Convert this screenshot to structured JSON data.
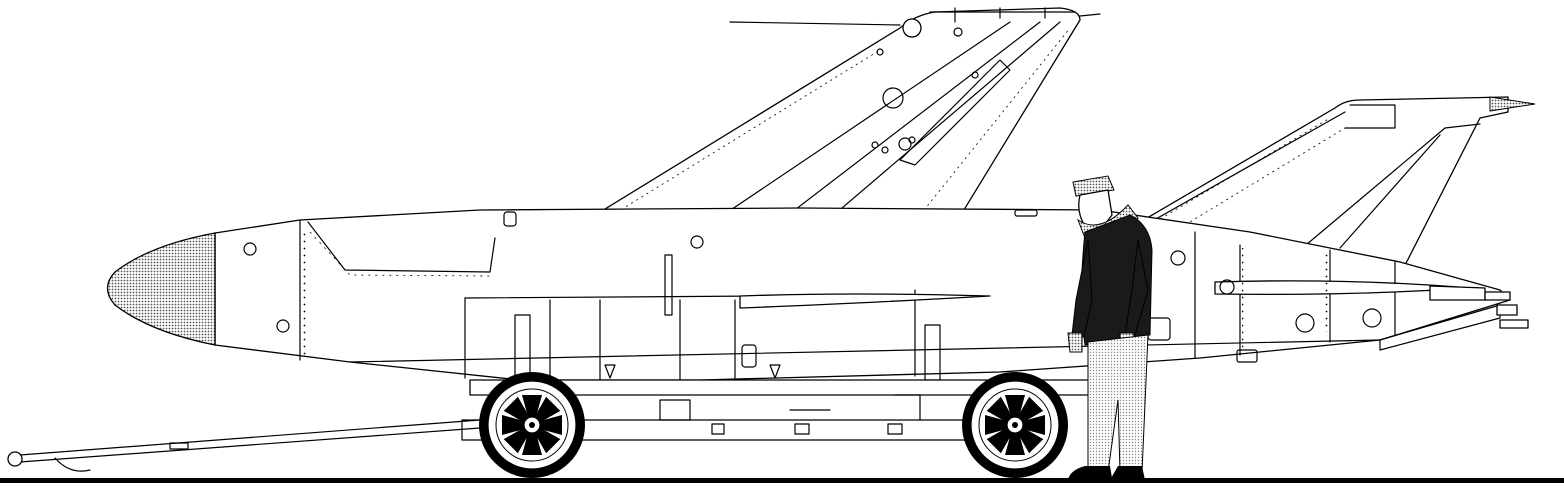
{
  "figure": {
    "subject": "missile-on-transport-trolley-side-view",
    "colors": {
      "line": "#000000",
      "background": "#ffffff",
      "jacket": "#1a1a1a",
      "halftone": "#9a9a9a",
      "ground": "#000000"
    },
    "components": [
      "nose-radome",
      "fuselage",
      "main-wing",
      "tail-fin",
      "tow-bar",
      "trolley-frame",
      "front-wheel",
      "rear-wheel",
      "standing-figure",
      "ground-line"
    ]
  }
}
